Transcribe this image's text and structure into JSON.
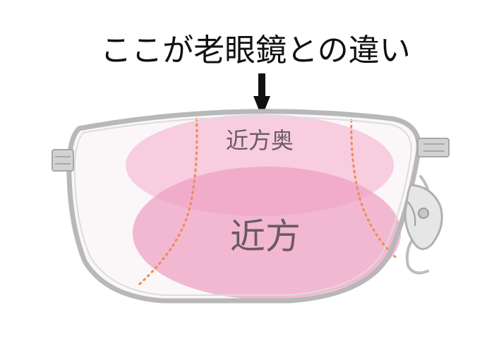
{
  "headline": "ここが老眼鏡との違い",
  "zones": {
    "near_far": "近方奥",
    "near": "近方"
  },
  "colors": {
    "frame": "#b8b8b8",
    "frame_inner": "#dcdcdc",
    "zone_near_far": "#f6c6da",
    "zone_near": "#ee9fc2",
    "guide_line": "#ee8a55",
    "arrow": "#111111",
    "text": "#6b5a60"
  }
}
